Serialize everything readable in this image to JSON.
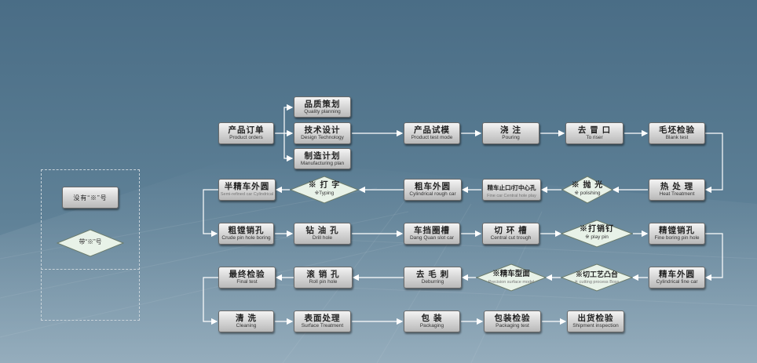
{
  "legend": {
    "box_label": "没有“※”号",
    "diamond_label": "带“※”号"
  },
  "nodes": {
    "quality": {
      "cn": "品质策划",
      "en": "Quality planning"
    },
    "design": {
      "cn": "技术设计",
      "en": "Design Technology"
    },
    "mfgplan": {
      "cn": "制造计划",
      "en": "Manufacturing plan"
    },
    "order": {
      "cn": "产品订单",
      "en": "Product orders"
    },
    "testmode": {
      "cn": "产品试模",
      "en": "Product test mode"
    },
    "pouring": {
      "cn": "浇  注",
      "en": "Pouring"
    },
    "riser": {
      "cn": "去 冒 口",
      "en": "To riser"
    },
    "blank": {
      "cn": "毛坯检验",
      "en": "Blank test"
    },
    "heat": {
      "cn": "热 处 理",
      "en": "Heat Treatment"
    },
    "polish": {
      "cn": "※ 抛  光",
      "en": "※ polishing"
    },
    "centerhole": {
      "cn": "精车止口/打中心孔",
      "en": "Fine car Central hole play"
    },
    "roughcar": {
      "cn": "粗车外圆",
      "en": "Cylindrical rough car"
    },
    "typing": {
      "cn": "※ 打  字",
      "en": "※Typing"
    },
    "semifine": {
      "cn": "半精车外圆",
      "en": "Semi-refined car Cylindrical"
    },
    "roughbore": {
      "cn": "粗镗销孔",
      "en": "Crude pin hole boring"
    },
    "drill": {
      "cn": "钻 油 孔",
      "en": "Drill hole"
    },
    "slot": {
      "cn": "车挡圈槽",
      "en": "Dang Quan slot car"
    },
    "trough": {
      "cn": "切 环 槽",
      "en": "Central cut trough"
    },
    "playpin": {
      "cn": "※打销钉",
      "en": "※ play pin"
    },
    "finebore": {
      "cn": "精镗销孔",
      "en": "Fine boring pin hole"
    },
    "finecar": {
      "cn": "精车外圆",
      "en": "Cylindrical fine car"
    },
    "cutting": {
      "cn": "※切工艺凸台",
      "en": "※ cutting process Boss"
    },
    "profile": {
      "cn": "※精车型面",
      "en": "Precision surface model"
    },
    "deburr": {
      "cn": "去 毛 刺",
      "en": "Deburring"
    },
    "rollpin": {
      "cn": "滚 销 孔",
      "en": "Roll pin hole"
    },
    "final": {
      "cn": "最终检验",
      "en": "Final test"
    },
    "cleaning": {
      "cn": "清  洗",
      "en": "Cleaning"
    },
    "surface": {
      "cn": "表面处理",
      "en": "Surface Treatment"
    },
    "packaging": {
      "cn": "包  装",
      "en": "Packaging"
    },
    "packtest": {
      "cn": "包装检验",
      "en": "Packaging test"
    },
    "shipment": {
      "cn": "出货检验",
      "en": "Shipment inspection"
    }
  },
  "colors": {
    "background": "#55788f",
    "arrow": "#ffffff",
    "node_fill": "#d8d8d8",
    "diamond_fill": "#e8f2e8"
  }
}
